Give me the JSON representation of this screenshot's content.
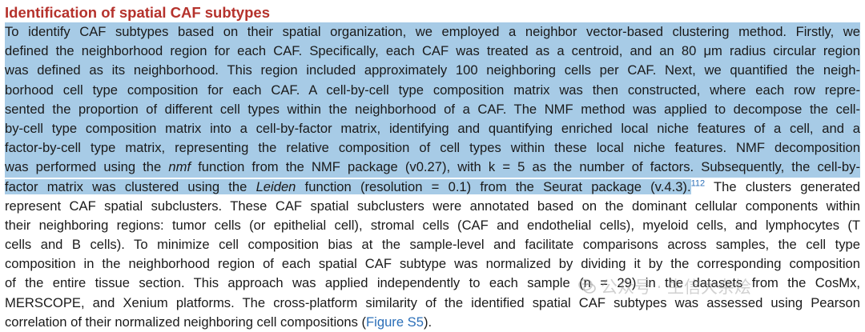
{
  "heading": "Identification of spatial CAF subtypes",
  "lines": [
    "To identify CAF subtypes based on their spatial organization, we employed a neighbor vector-based clustering method. Firstly, we",
    "defined the neighborhood region for each CAF. Specifically, each CAF was treated as a centroid, and an 80 μm radius circular region",
    "was defined as its neighborhood. This region included approximately 100 neighboring cells per CAF. Next, we quantified the neigh-",
    "borhood cell type composition for each CAF. A cell-by-cell type composition matrix was then constructed, where each row repre-",
    "sented the proportion of different cell types within the neighborhood of a CAF. The NMF method was applied to decompose the cell-",
    "by-cell type composition matrix into a cell-by-factor matrix, identifying and quantifying enriched local niche features of a cell, and a",
    "factor-by-cell type matrix, representing the relative composition of cell types within these local niche features. NMF decomposition"
  ],
  "line8": {
    "before": "was performed using the ",
    "italic": "nmf",
    "after": " function from the NMF package (v0.27), with k = 5 as the number of factors. Subsequently, the cell-by-"
  },
  "line9": {
    "before": "factor matrix was clustered using the ",
    "italic": "Leiden",
    "after": " function (resolution = 0.1) from the Seurat package (v.4.3).",
    "ref": "112",
    "rest": " The clusters generated"
  },
  "plain_lines": [
    "represent CAF spatial subclusters. These CAF spatial subclusters were annotated based on the dominant cellular components within",
    "their neighboring regions: tumor cells (or epithelial cell), stromal cells (CAF and endothelial cells), myeloid cells, and lymphocytes (T",
    "cells and B cells). To minimize cell composition bias at the sample-level and facilitate comparisons across samples, the cell type",
    "composition in the neighborhood region of each spatial CAF subtype was normalized by dividing it by the corresponding composition",
    "of the entire tissue section. This approach was applied independently to each sample (n = 29) in the datasets from the CosMx,",
    "MERSCOPE, and Xenium platforms. The cross-platform similarity of the identified spatial CAF subtypes was assessed using Pearson"
  ],
  "last_line": {
    "before": "correlation of their normalized neighboring cell compositions (",
    "link": "Figure S5",
    "after": ")."
  },
  "watermark": "公众号 · 生信大杂烩",
  "colors": {
    "heading": "#b5322c",
    "highlight": "#a7cbe6",
    "link": "#2b6fb8"
  }
}
